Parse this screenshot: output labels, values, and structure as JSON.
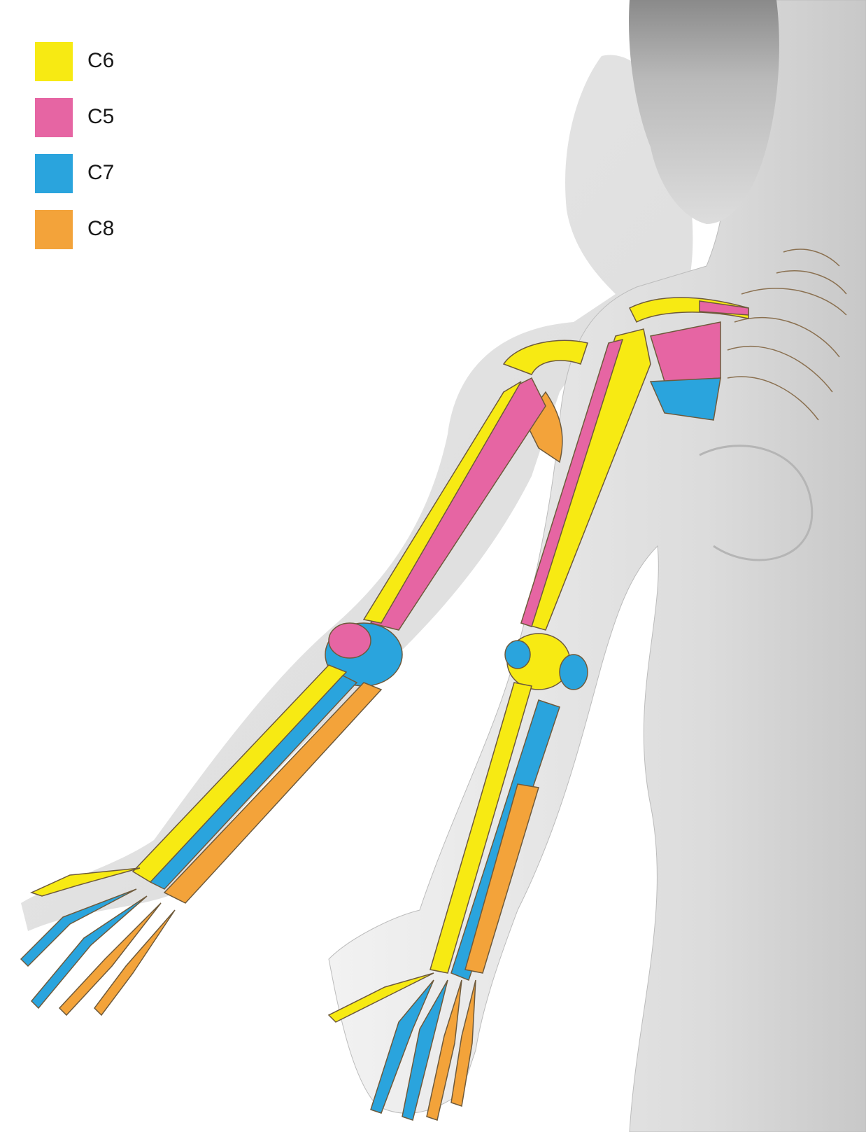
{
  "legend": [
    {
      "label": "C6",
      "color": "#f7ea13"
    },
    {
      "label": "C5",
      "color": "#e665a3"
    },
    {
      "label": "C7",
      "color": "#2aa4dd"
    },
    {
      "label": "C8",
      "color": "#f3a33a"
    }
  ],
  "colors": {
    "background": "#ffffff",
    "body_shade": "#d6d6d6",
    "outline": "#6e5a3c"
  }
}
